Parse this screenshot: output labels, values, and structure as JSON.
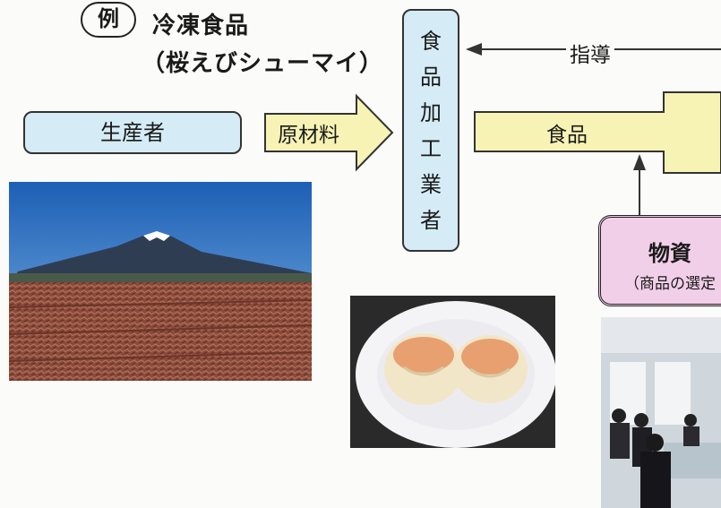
{
  "header": {
    "example_label": "例",
    "title_line1": "冷凍食品",
    "title_line2": "（桜えびシューマイ）"
  },
  "diagram": {
    "producer_label": "生産者",
    "raw_material_label": "原材料",
    "processor_chars": [
      "食",
      "品",
      "加",
      "工",
      "業",
      "者"
    ],
    "food_label": "食品",
    "guidance_label": "指導",
    "goods_title": "物資",
    "goods_subtitle": "（商品の選定"
  },
  "colors": {
    "box_blue": "#d5ecf6",
    "arrow_yellow": "#f7f3b5",
    "goods_pink": "#f2cfe9"
  }
}
